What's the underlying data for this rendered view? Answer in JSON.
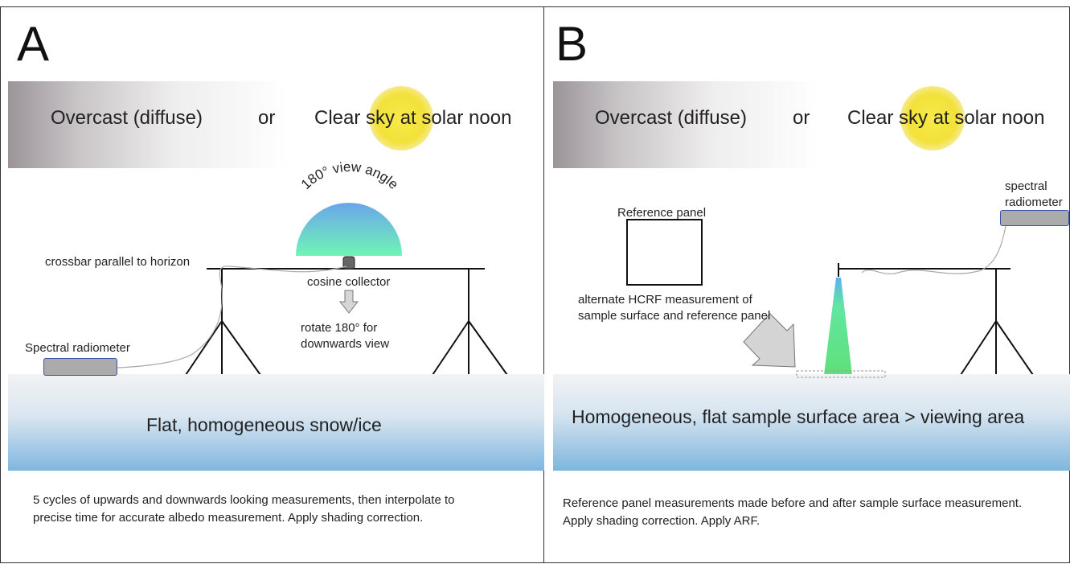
{
  "panel_a": {
    "letter": "A",
    "sky_left": "Overcast (diffuse)",
    "sky_or": "or",
    "sky_right": "Clear sky at solar noon",
    "view_angle": "180° view angle",
    "crossbar": "crossbar parallel to horizon",
    "collector": "cosine collector",
    "rotate_1": "rotate 180° for",
    "rotate_2": "downwards view",
    "radiometer": "Spectral radiometer",
    "surface": "Flat, homogeneous snow/ice",
    "caption_1": "5 cycles of upwards and downwards looking measurements, then interpolate to",
    "caption_2": "precise time for accurate albedo measurement. Apply shading correction."
  },
  "panel_b": {
    "letter": "B",
    "sky_left": "Overcast (diffuse)",
    "sky_or": "or",
    "sky_right": "Clear sky at solar noon",
    "radiometer_1": "spectral",
    "radiometer_2": "radiometer",
    "reference": "Reference panel",
    "alternate_1": "alternate HCRF measurement of",
    "alternate_2": "sample surface and reference panel",
    "surface": "Homogeneous, flat sample surface area > viewing area",
    "caption_1": "Reference panel measurements made before and after sample surface measurement.",
    "caption_2": "Apply shading correction. Apply ARF."
  },
  "colors": {
    "sun": "#f3e13a",
    "overcast_gray": "#9b9498",
    "ground_blue": "#7fb6de",
    "dome_top": "#6aa5ea",
    "dome_bottom": "#6ff5b6",
    "beam_green": "#5fe07a",
    "radiometer_body": "#ababab",
    "radiometer_border": "#3a4fb0"
  }
}
